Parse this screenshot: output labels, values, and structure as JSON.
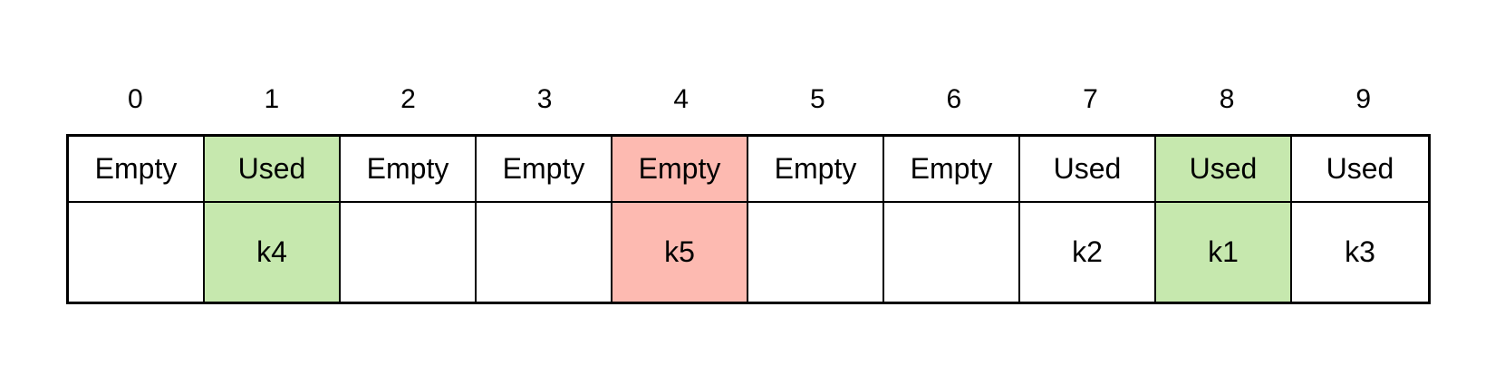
{
  "colors": {
    "default": "#ffffff",
    "highlight_green": "#c6e8ae",
    "highlight_red": "#fdbab1"
  },
  "slots": [
    {
      "index": "0",
      "status": "Empty",
      "key": "",
      "highlight": "default"
    },
    {
      "index": "1",
      "status": "Used",
      "key": "k4",
      "highlight": "highlight_green"
    },
    {
      "index": "2",
      "status": "Empty",
      "key": "",
      "highlight": "default"
    },
    {
      "index": "3",
      "status": "Empty",
      "key": "",
      "highlight": "default"
    },
    {
      "index": "4",
      "status": "Empty",
      "key": "k5",
      "highlight": "highlight_red"
    },
    {
      "index": "5",
      "status": "Empty",
      "key": "",
      "highlight": "default"
    },
    {
      "index": "6",
      "status": "Empty",
      "key": "",
      "highlight": "default"
    },
    {
      "index": "7",
      "status": "Used",
      "key": "k2",
      "highlight": "default"
    },
    {
      "index": "8",
      "status": "Used",
      "key": "k1",
      "highlight": "highlight_green"
    },
    {
      "index": "9",
      "status": "Used",
      "key": "k3",
      "highlight": "default"
    }
  ]
}
